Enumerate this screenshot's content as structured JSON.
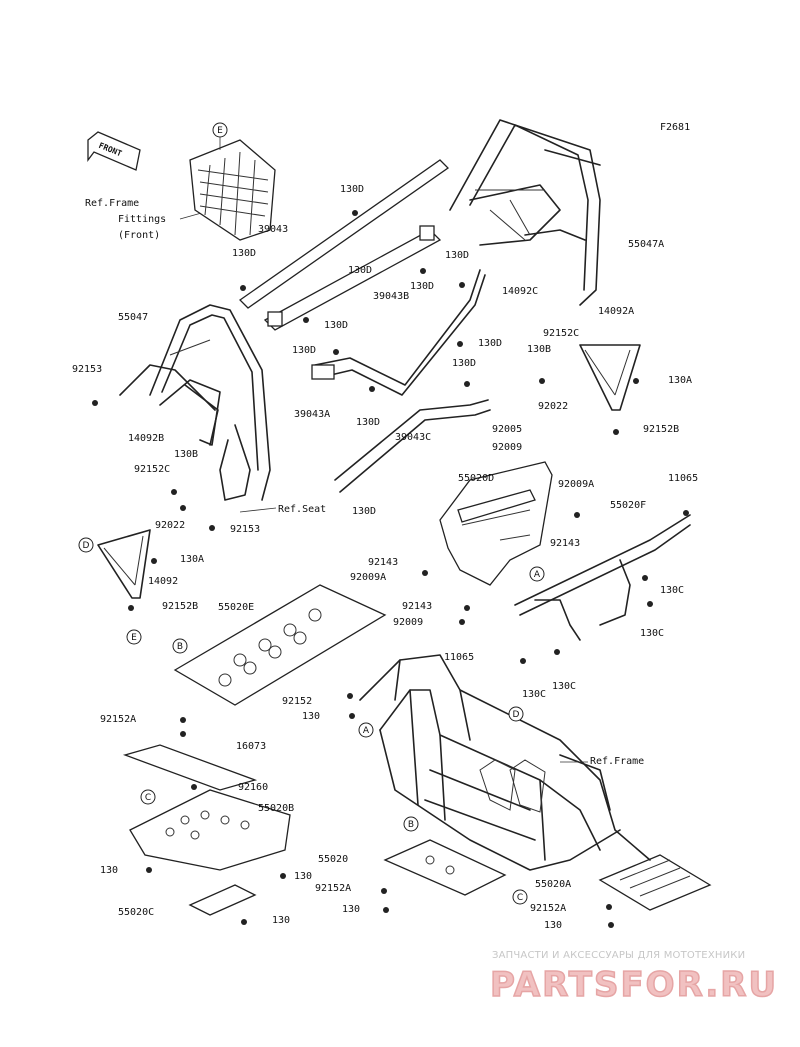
{
  "figure_code": "F2681",
  "front_marker": "FRONT",
  "callouts": {
    "A": "A",
    "B": "B",
    "C": "C",
    "D": "D",
    "E": "E"
  },
  "ref_labels": {
    "frame_fittings_1": "Ref.Frame",
    "frame_fittings_2": "Fittings",
    "frame_fittings_3": "(Front)",
    "seat": "Ref.Seat",
    "frame": "Ref.Frame"
  },
  "part_labels": [
    "130D",
    "39043",
    "130D",
    "55047A",
    "130D",
    "130D",
    "39043B",
    "130D",
    "14092C",
    "55047",
    "130D",
    "130D",
    "130D",
    "14092A",
    "92152C",
    "130B",
    "92153",
    "39043A",
    "130D",
    "130A",
    "130D",
    "92022",
    "14092B",
    "92005",
    "39043C",
    "92152B",
    "92009",
    "130B",
    "92152C",
    "Ref.Seat",
    "130D",
    "55020D",
    "92009A",
    "11065",
    "92022",
    "92153",
    "55020F",
    "92143",
    "130A",
    "92143",
    "92009A",
    "14092",
    "130C",
    "92152B",
    "55020E",
    "92143",
    "92009",
    "130C",
    "11065",
    "130C",
    "130C",
    "92152",
    "92152A",
    "130",
    "16073",
    "92160",
    "55020B",
    "130",
    "130",
    "55020",
    "92152A",
    "130",
    "55020A",
    "92152A",
    "130",
    "55020C",
    "130"
  ],
  "watermark": {
    "line1": "ЗАПЧАСТИ И АКСЕССУАРЫ ДЛЯ МОТОТЕХНИКИ",
    "line2": "PARTSFOR.RU"
  }
}
